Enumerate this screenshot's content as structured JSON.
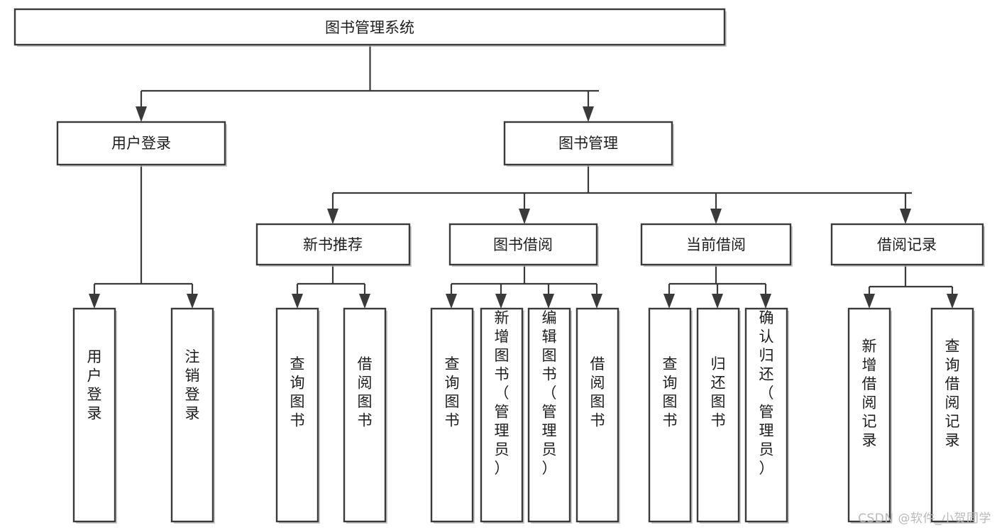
{
  "diagram": {
    "title": "图书管理系统",
    "type": "tree-hierarchy",
    "root": {
      "id": "root",
      "label": "图书管理系统"
    },
    "level2": [
      {
        "id": "user-login",
        "label": "用户登录"
      },
      {
        "id": "book-manage",
        "label": "图书管理"
      }
    ],
    "level3": [
      {
        "id": "new-book-rec",
        "label": "新书推荐",
        "parent": "book-manage"
      },
      {
        "id": "book-borrow",
        "label": "图书借阅",
        "parent": "book-manage"
      },
      {
        "id": "current-borrow",
        "label": "当前借阅",
        "parent": "book-manage"
      },
      {
        "id": "borrow-record",
        "label": "借阅记录",
        "parent": "book-manage"
      }
    ],
    "leaves": [
      {
        "id": "leaf-user-login",
        "label": "用户登录",
        "parent": "user-login"
      },
      {
        "id": "leaf-user-logout",
        "label": "注销登录",
        "parent": "user-login"
      },
      {
        "id": "leaf-rec-query",
        "label": "查询图书",
        "parent": "new-book-rec"
      },
      {
        "id": "leaf-rec-borrow",
        "label": "借阅图书",
        "parent": "new-book-rec"
      },
      {
        "id": "leaf-borrow-query",
        "label": "查询图书",
        "parent": "book-borrow"
      },
      {
        "id": "leaf-borrow-add",
        "label": "新增图书（管理员）",
        "parent": "book-borrow"
      },
      {
        "id": "leaf-borrow-edit",
        "label": "编辑图书（管理员）",
        "parent": "book-borrow"
      },
      {
        "id": "leaf-borrow-lend",
        "label": "借阅图书",
        "parent": "book-borrow"
      },
      {
        "id": "leaf-cur-query",
        "label": "查询图书",
        "parent": "current-borrow"
      },
      {
        "id": "leaf-cur-return",
        "label": "归还图书",
        "parent": "current-borrow"
      },
      {
        "id": "leaf-cur-confirm",
        "label": "确认归还（管理员）",
        "parent": "current-borrow"
      },
      {
        "id": "leaf-rec-add",
        "label": "新增借阅记录",
        "parent": "borrow-record"
      },
      {
        "id": "leaf-rec-query2",
        "label": "查询借阅记录",
        "parent": "borrow-record"
      }
    ],
    "colors": {
      "stroke": "#3a3a3a",
      "fill": "#ffffff",
      "text": "#1d1d1d",
      "watermark": "#b9b9b9"
    }
  },
  "watermark": {
    "text": "CSDN @软件_小贺同学"
  }
}
